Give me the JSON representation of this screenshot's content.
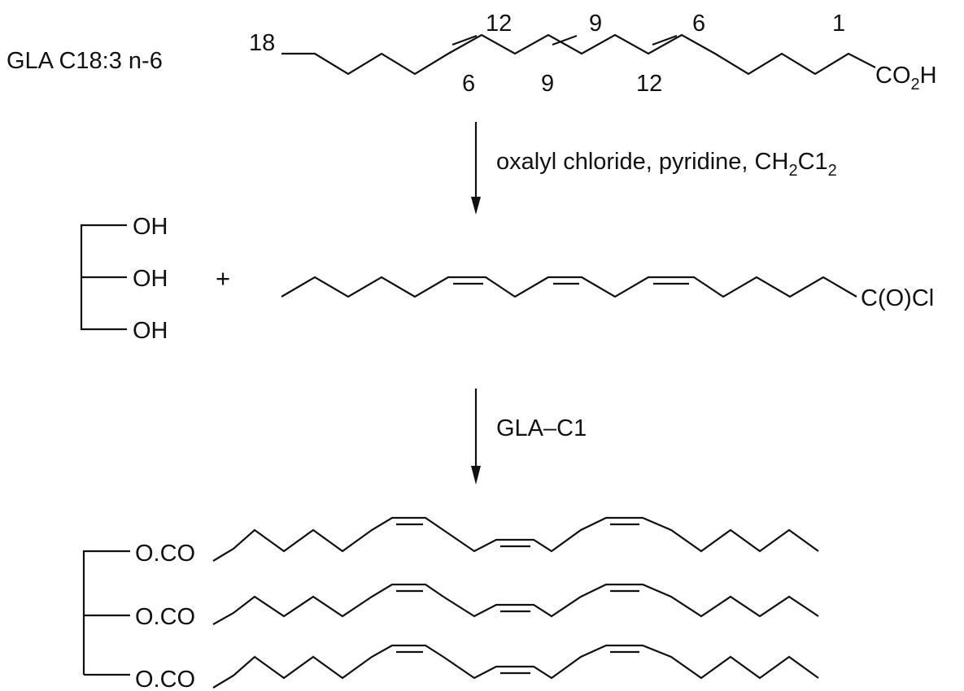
{
  "labels": {
    "reactant_name": "GLA C18:3 n-6",
    "carbon_labels": [
      "18",
      "12",
      "9",
      "6",
      "1",
      "6",
      "9",
      "12"
    ],
    "acid_group": [
      "CO",
      "2",
      "H"
    ],
    "reagents_1": [
      "oxalyl chloride, pyridine, CH",
      "2",
      "C1",
      "2"
    ],
    "glycerol_groups": [
      "OH",
      "OH",
      "OH"
    ],
    "plus": "+",
    "acid_chloride_group": "C(O)Cl",
    "reagent_2": "GLA–C1",
    "ester_groups": [
      "O.CO",
      "O.CO",
      "O.CO"
    ]
  },
  "colors": {
    "ink": "#111111",
    "background": "#ffffff"
  }
}
